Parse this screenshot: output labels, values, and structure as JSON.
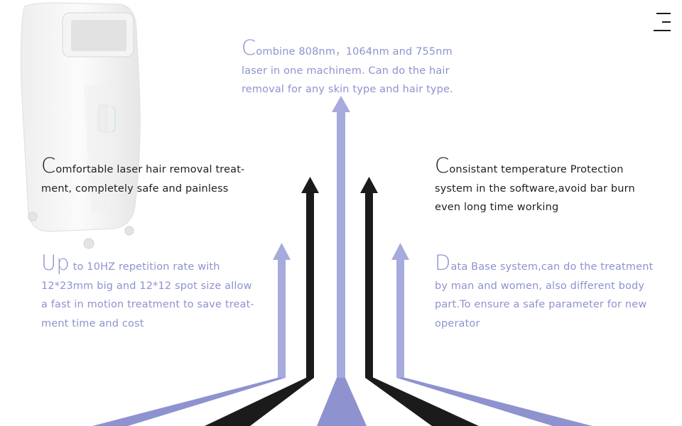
{
  "menu": {
    "icon": "hamburger-menu-icon"
  },
  "colors": {
    "blue": "#8e92cf",
    "blue_light": "#a7aadc",
    "black": "#1b1b1b"
  },
  "features": {
    "top": {
      "lead": "C",
      "first": "ombine 808nm，1064nm and 755nm",
      "rest": [
        "laser in one machinem. Can do the hair",
        "removal for any skin type and hair type."
      ]
    },
    "left_upper": {
      "lead": "C",
      "first": "omfortable laser hair removal treat-",
      "rest": [
        "ment, completely safe and painless"
      ]
    },
    "right_upper": {
      "lead": "C",
      "first": "onsistant temperature Protection",
      "rest": [
        "system in the software,avoid bar burn",
        "even long time working"
      ]
    },
    "left_lower": {
      "lead": "Up",
      "first": " to 10HZ repetition rate with",
      "rest": [
        "12*23mm big and 12*12 spot size allow",
        "a fast in motion treatment to save treat-",
        "ment time and cost"
      ]
    },
    "right_lower": {
      "lead": "D",
      "first": "ata Base system,can do the treatment",
      "rest": [
        "by man and women, also different body",
        "part.To ensure a safe parameter for new",
        "operator"
      ]
    }
  }
}
